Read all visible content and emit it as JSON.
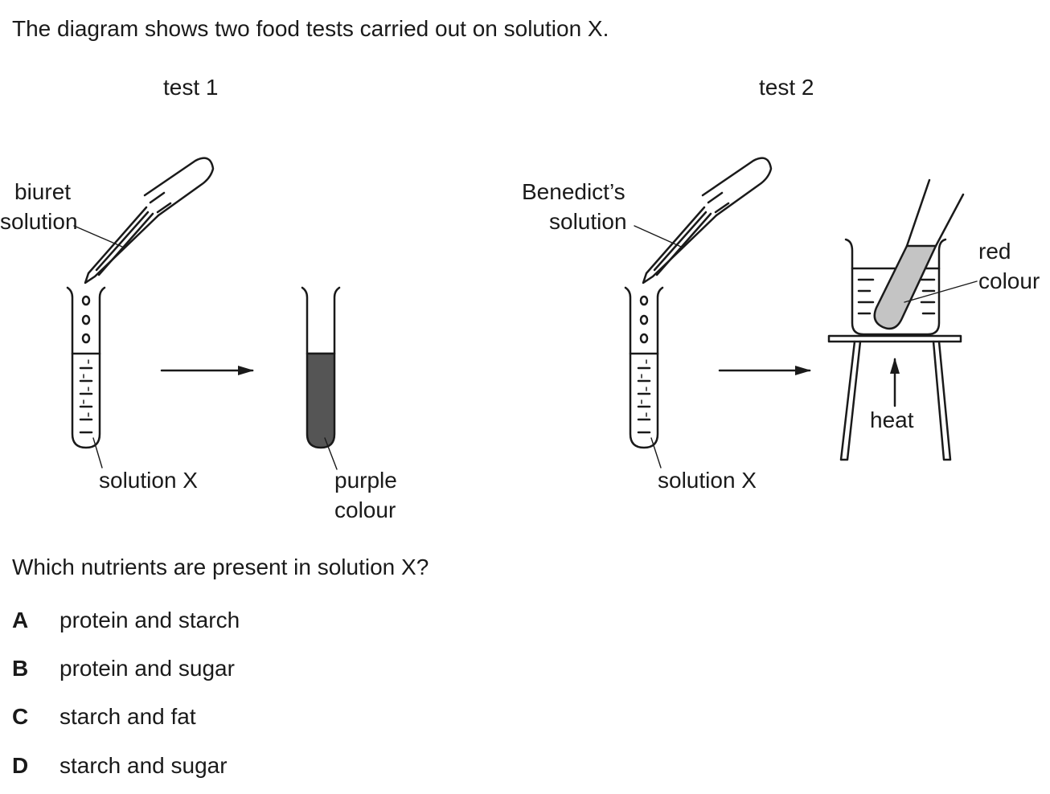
{
  "question": {
    "stem": "The diagram shows two food tests carried out on solution X.",
    "prompt": "Which nutrients are present in solution X?"
  },
  "diagram": {
    "test1": {
      "title": "test 1",
      "reagent_line1": "biuret",
      "reagent_line2": "solution",
      "solution_label": "solution X",
      "result_line1": "purple",
      "result_line2": "colour"
    },
    "test2": {
      "title": "test 2",
      "reagent_line1": "Benedict’s",
      "reagent_line2": "solution",
      "solution_label": "solution X",
      "heat_label": "heat",
      "result_line1": "red",
      "result_line2": "colour"
    },
    "colors": {
      "purple_result": "#555555",
      "red_result": "#c4c4c4",
      "line": "#1a1a1a"
    }
  },
  "options": [
    {
      "letter": "A",
      "text": "protein and starch"
    },
    {
      "letter": "B",
      "text": "protein and sugar"
    },
    {
      "letter": "C",
      "text": "starch and fat"
    },
    {
      "letter": "D",
      "text": "starch and sugar"
    }
  ]
}
